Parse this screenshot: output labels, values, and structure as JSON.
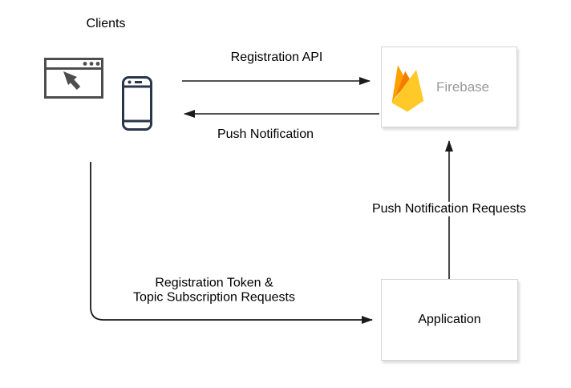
{
  "diagram": {
    "clients_label": "Clients",
    "nodes": {
      "firebase": {
        "label": "Firebase",
        "label_color": "#999999"
      },
      "application": {
        "label": "Application"
      }
    },
    "edges": {
      "registration_api": {
        "label": "Registration API",
        "direction": "clients-to-firebase"
      },
      "push_notification": {
        "label": "Push Notification",
        "direction": "firebase-to-clients"
      },
      "push_notification_requests": {
        "label": "Push Notification Requests",
        "direction": "application-to-firebase"
      },
      "registration_token": {
        "label_line1": "Registration Token &",
        "label_line2": "Topic Subscription Requests",
        "direction": "clients-to-application"
      }
    },
    "icons": {
      "browser": "browser-window-icon",
      "phone": "smartphone-icon",
      "firebase_logo": "firebase-flame-icon"
    },
    "colors": {
      "line": "#1a1a1a",
      "box_border": "#d5d5d5",
      "browser_icon_stroke": "#4d4d4d",
      "phone_icon_stroke": "#28354a",
      "firebase_yellow": "#FFCA28",
      "firebase_amber": "#FFA000",
      "firebase_orange": "#F57C00",
      "firebase_text": "#999999"
    }
  }
}
